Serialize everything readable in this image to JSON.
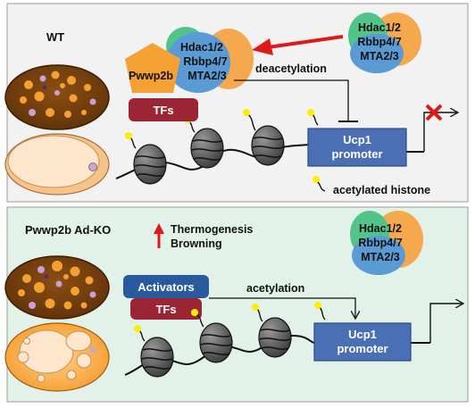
{
  "panels": {
    "wt": {
      "label": "WT",
      "complex": [
        "Hdac1/2",
        "Rbbp4/7",
        "MTA2/3"
      ],
      "recruiter": "Pwwp2b",
      "tf": "TFs",
      "free_complex": [
        "Hdac1/2",
        "Rbbp4/7",
        "MTA2/3"
      ],
      "action": "deacetylation",
      "promoter": [
        "Ucp1",
        "promoter"
      ],
      "legend": "acetylated histone"
    },
    "ko": {
      "label": "Pwwp2b Ad-KO",
      "effects": [
        "Thermogenesis",
        "Browning"
      ],
      "activator": "Activators",
      "tf": "TFs",
      "free_complex": [
        "Hdac1/2",
        "Rbbp4/7",
        "MTA2/3"
      ],
      "action": "acetylation",
      "promoter": [
        "Ucp1",
        "promoter"
      ]
    }
  },
  "colors": {
    "top_bg": "#f2f2f2",
    "bottom_bg": "#e3f2e8",
    "hdac": "#f5a84e",
    "rbbp": "#52c48a",
    "mta": "#5b9bd5",
    "pwwp2b": "#f5a033",
    "tf": "#9c2535",
    "activator": "#2a5a9e",
    "promoter": "#4a6fb5",
    "red_arrow": "#e01818",
    "acetyl": "#ffee00"
  },
  "icons": [
    "brown-adipocyte-icon",
    "white-adipocyte-icon",
    "nucleosome-icon",
    "blocked-transcription-icon",
    "up-arrow-icon"
  ]
}
